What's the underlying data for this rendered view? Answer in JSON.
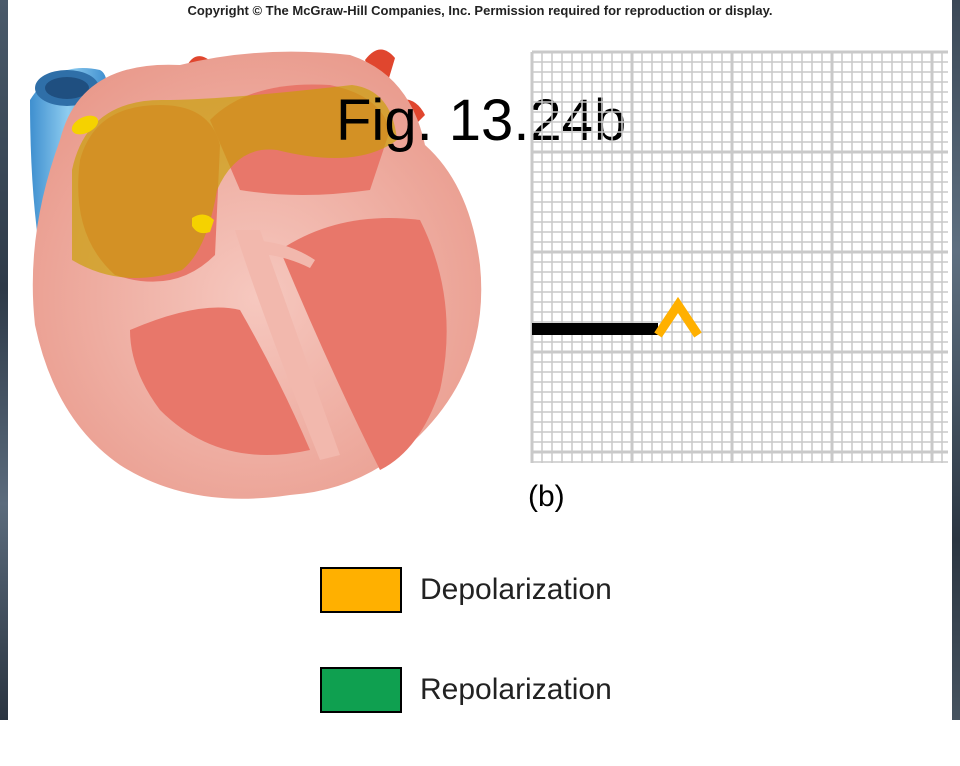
{
  "header": {
    "copyright": "Copyright © The McGraw-Hill Companies, Inc. Permission required for reproduction or display."
  },
  "figure": {
    "title": "Fig. 13.24b",
    "panel_label": "(b)"
  },
  "legend": {
    "items": [
      {
        "label": "Depolarization",
        "color": "#ffb000"
      },
      {
        "label": "Repolarization",
        "color": "#0fa050"
      }
    ]
  },
  "colors": {
    "depolarization": "#ffb000",
    "repolarization": "#0fa050",
    "heart_muscle": "#e8776a",
    "heart_wall": "#f2b8ad",
    "vein": "#5aaee0",
    "artery": "#e0462e",
    "atria_overlay": "#c8a000",
    "grid_line": "#c9c9c9",
    "trace_baseline": "#000000"
  }
}
